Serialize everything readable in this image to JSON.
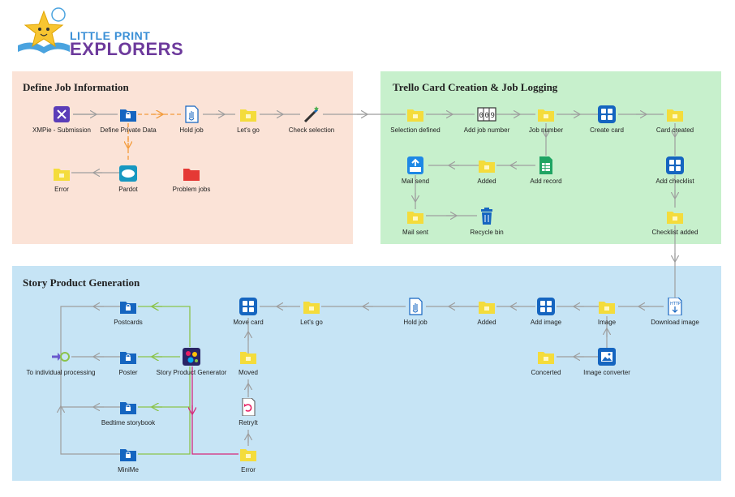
{
  "brand": {
    "line1": "LITTLE PRINT",
    "line2": "EXPLORERS"
  },
  "colors": {
    "section_define": "#fbe3d7",
    "section_trello": "#c7f0cc",
    "section_story": "#c6e4f5",
    "folder_yellow": "#f4dc3c",
    "folder_blue": "#1565c0",
    "folder_red": "#e53935",
    "connector_gray": "#9e9e9e",
    "connector_orange": "#f39c3c",
    "connector_green": "#8bc34a",
    "connector_magenta": "#d6287a"
  },
  "sections": {
    "define": {
      "title": "Define Job Information"
    },
    "trello": {
      "title": "Trello Card Creation & Job Logging"
    },
    "story": {
      "title": "Story Product Generation"
    }
  },
  "nodes": {
    "xmpie": {
      "label": "XMPie - Submission",
      "icon": "xmpie-app-icon"
    },
    "define_private": {
      "label": "Define Private Data",
      "icon": "blue-lock-folder-icon"
    },
    "hold_job_1": {
      "label": "Hold job",
      "icon": "hand-document-icon"
    },
    "lets_go_1": {
      "label": "Let's go",
      "icon": "yellow-folder-icon"
    },
    "check_selection": {
      "label": "Check selection",
      "icon": "magic-wand-icon"
    },
    "error_1": {
      "label": "Error",
      "icon": "yellow-folder-icon"
    },
    "pardot": {
      "label": "Pardot",
      "icon": "salesforce-icon"
    },
    "problem_jobs": {
      "label": "Problem jobs",
      "icon": "red-folder-icon"
    },
    "selection_defined": {
      "label": "Selection defined",
      "icon": "yellow-folder-icon"
    },
    "add_job_number": {
      "label": "Add job number",
      "icon": "counter-icon"
    },
    "job_number": {
      "label": "Job number",
      "icon": "yellow-folder-icon"
    },
    "create_card": {
      "label": "Create card",
      "icon": "trello-icon"
    },
    "card_created": {
      "label": "Card created",
      "icon": "yellow-folder-icon"
    },
    "mail_send": {
      "label": "Mail send",
      "icon": "mail-upload-icon"
    },
    "added_1": {
      "label": "Added",
      "icon": "yellow-folder-icon"
    },
    "add_record": {
      "label": "Add record",
      "icon": "sheets-icon"
    },
    "add_checklist": {
      "label": "Add checklist",
      "icon": "trello-icon"
    },
    "mail_sent": {
      "label": "Mail sent",
      "icon": "yellow-folder-icon"
    },
    "recycle_bin": {
      "label": "Recycle bin",
      "icon": "trash-icon"
    },
    "checklist_added": {
      "label": "Checklist added",
      "icon": "yellow-folder-icon"
    },
    "postcards": {
      "label": "Postcards",
      "icon": "blue-lock-folder-icon"
    },
    "move_card": {
      "label": "Move card",
      "icon": "trello-icon"
    },
    "lets_go_2": {
      "label": "Let's go",
      "icon": "yellow-folder-icon"
    },
    "hold_job_2": {
      "label": "Hold job",
      "icon": "hand-document-icon"
    },
    "added_2": {
      "label": "Added",
      "icon": "yellow-folder-icon"
    },
    "add_image": {
      "label": "Add image",
      "icon": "trello-icon"
    },
    "image": {
      "label": "Image",
      "icon": "yellow-folder-icon"
    },
    "download_image": {
      "label": "Download image",
      "icon": "http-download-icon"
    },
    "to_individual": {
      "label": "To individual processing",
      "icon": "merge-arrow-icon"
    },
    "poster": {
      "label": "Poster",
      "icon": "blue-lock-folder-icon"
    },
    "story_generator": {
      "label": "Story Product Generator",
      "icon": "story-app-icon"
    },
    "moved": {
      "label": "Moved",
      "icon": "yellow-folder-icon"
    },
    "concerted": {
      "label": "Concerted",
      "icon": "yellow-folder-icon"
    },
    "image_converter": {
      "label": "Image converter",
      "icon": "image-converter-icon"
    },
    "bedtime": {
      "label": "Bedtime storybook",
      "icon": "blue-lock-folder-icon"
    },
    "retryit": {
      "label": "RetryIt",
      "icon": "retry-icon"
    },
    "minime": {
      "label": "MiniMe",
      "icon": "blue-lock-folder-icon"
    },
    "error_2": {
      "label": "Error",
      "icon": "yellow-folder-icon"
    }
  }
}
